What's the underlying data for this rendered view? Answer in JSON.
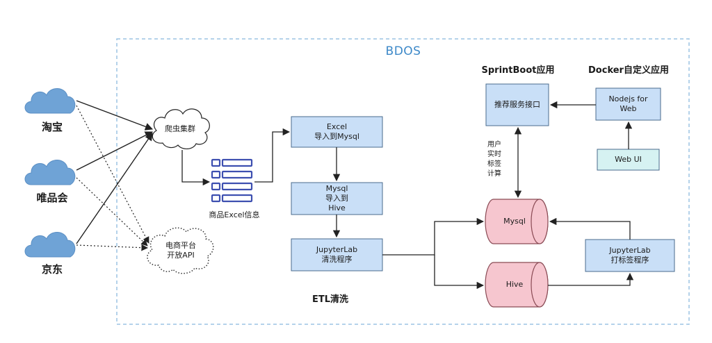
{
  "container": {
    "title": "BDOS"
  },
  "sources": [
    {
      "id": "taobao",
      "label": "淘宝"
    },
    {
      "id": "vip",
      "label": "唯品会"
    },
    {
      "id": "jd",
      "label": "京东"
    }
  ],
  "crawler": {
    "label": "爬虫集群"
  },
  "platform_api": {
    "label": "电商平台\n开放API"
  },
  "excel_info": {
    "label": "商品Excel信息"
  },
  "etl": {
    "title": "ETL清洗",
    "excel_import": "Excel\n导入到Mysql",
    "mysql_to_hive": "Mysql\n导入到\nHive",
    "jupyter_clean": "JupyterLab\n清洗程序"
  },
  "storage": {
    "mysql": "Mysql",
    "hive": "Hive"
  },
  "springboot": {
    "title": "SprintBoot应用",
    "service": "推荐服务接口"
  },
  "docker": {
    "title": "Docker自定义应用",
    "nodejs": "Nodejs for\nWeb",
    "webui": "Web UI"
  },
  "realtime_label": "用户\n实时\n标签\n计算",
  "jupyter_tag": "JupyterLab\n打标签程序",
  "colors": {
    "box_fill": "#c9dff7",
    "box_stroke": "#4a6b8c",
    "cyl_fill": "#f6c6cf",
    "cyl_stroke": "#8a4b55",
    "cloud_fill": "#6fa3d6",
    "web_fill": "#d6f2f2",
    "dash": "#9cc4e4",
    "text_blue": "#3c88c8"
  }
}
